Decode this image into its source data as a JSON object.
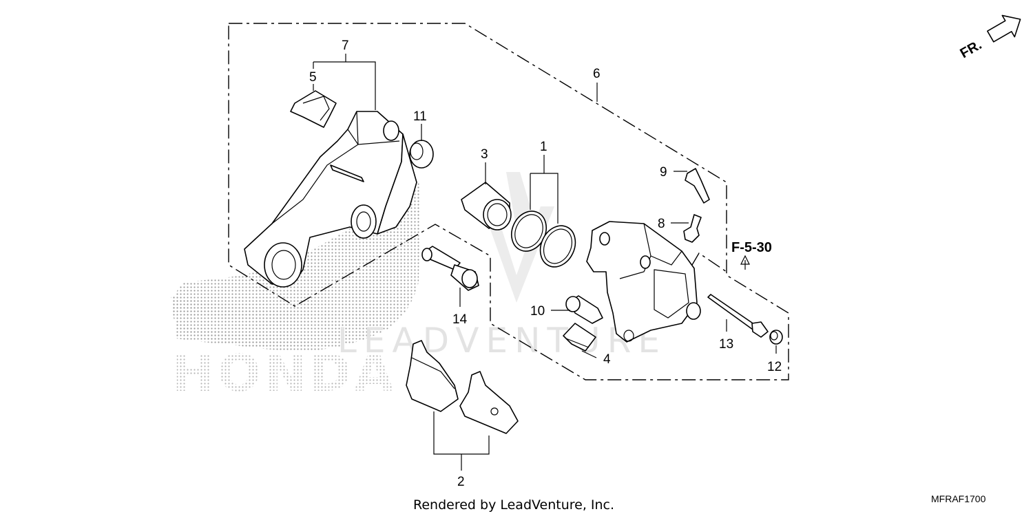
{
  "watermark": {
    "brand_text": "HONDA",
    "vendor_text": "LEADVENTURE"
  },
  "direction_indicator": {
    "label": "FR."
  },
  "reference": {
    "label": "F-5-30"
  },
  "callouts": {
    "c1": "1",
    "c2": "2",
    "c3": "3",
    "c4": "4",
    "c5": "5",
    "c6": "6",
    "c7": "7",
    "c8": "8",
    "c9": "9",
    "c10": "10",
    "c11": "11",
    "c12": "12",
    "c13": "13",
    "c14": "14"
  },
  "footer": {
    "rendered_by": "Rendered by LeadVenture, Inc.",
    "diagram_code": "MFRAF1700"
  }
}
